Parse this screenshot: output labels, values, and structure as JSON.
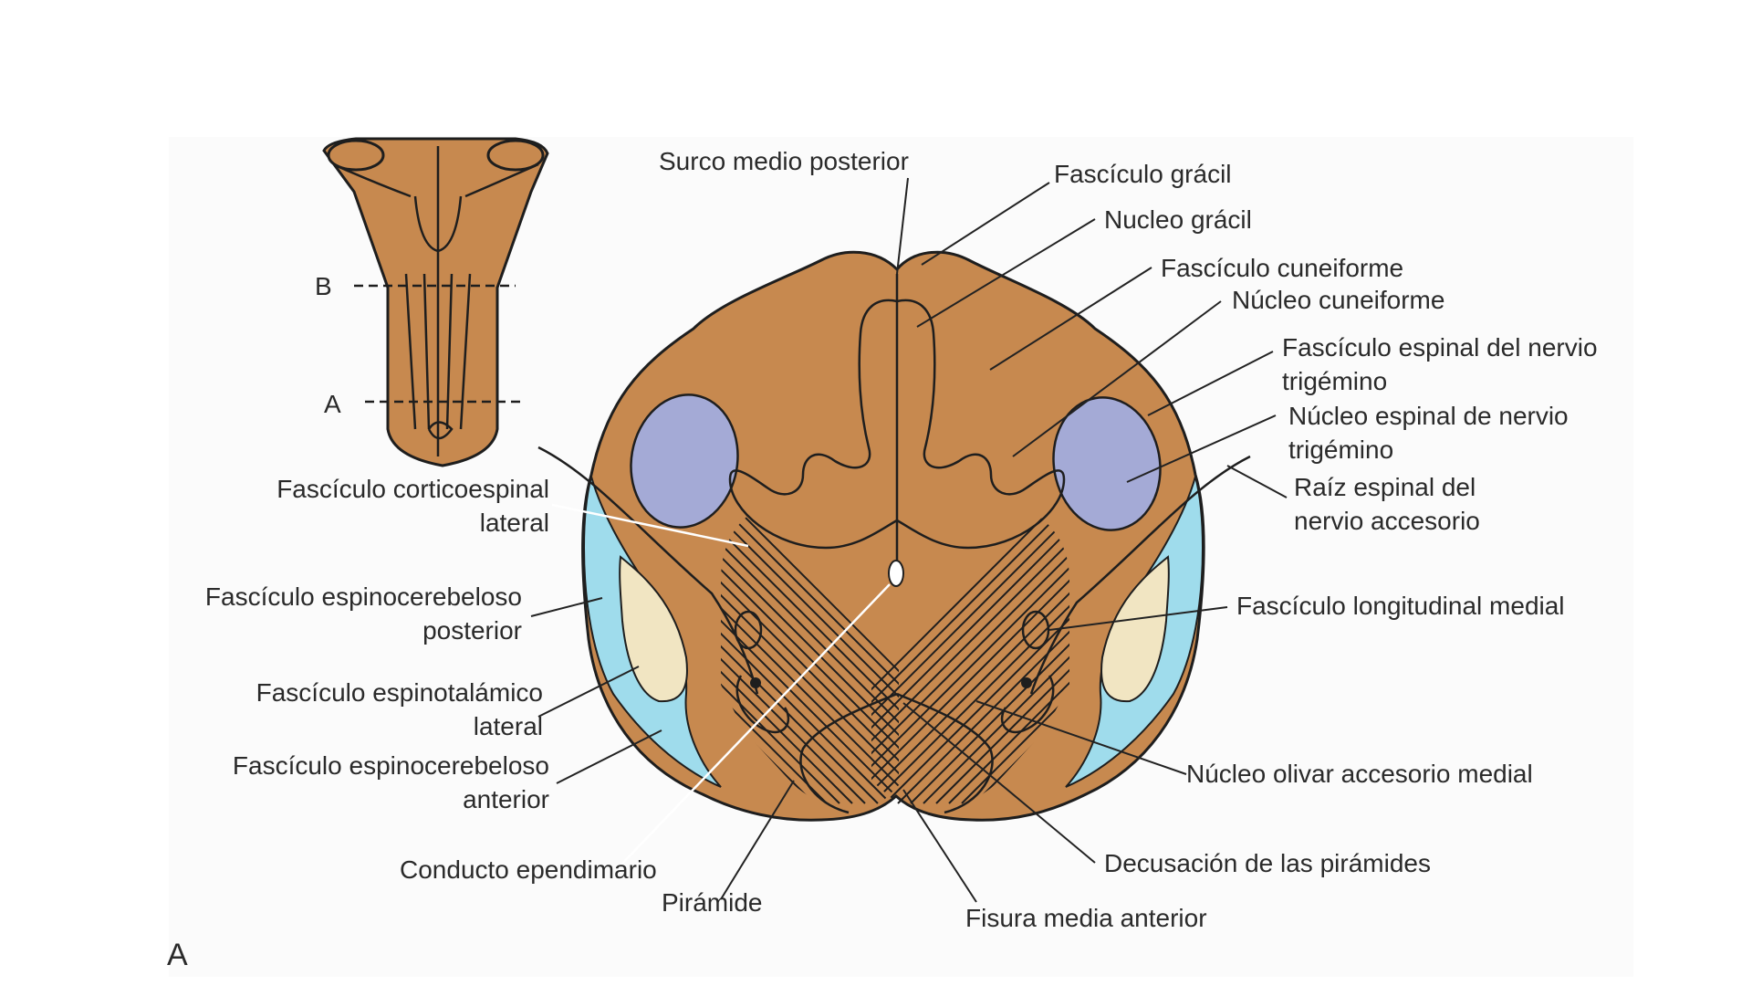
{
  "figure": {
    "panel_letter": "A",
    "inset_markers": {
      "b": "B",
      "a": "A"
    },
    "labels": {
      "surco_medio_posterior": "Surco medio posterior",
      "fasciculo_gracil": "Fascículo grácil",
      "nucleo_gracil": "Nucleo grácil",
      "fasciculo_cuneiforme": "Fascículo cuneiforme",
      "nucleo_cuneiforme": "Núcleo cuneiforme",
      "fasciculo_espinal_trigemino_l1": "Fascículo espinal del nervio",
      "fasciculo_espinal_trigemino_l2": "trigémino",
      "nucleo_espinal_trigemino_l1": "Núcleo espinal de nervio",
      "nucleo_espinal_trigemino_l2": "trigémino",
      "raiz_espinal_accesorio_l1": "Raíz espinal del",
      "raiz_espinal_accesorio_l2": "nervio accesorio",
      "fasciculo_longitudinal_medial": "Fascículo longitudinal medial",
      "nucleo_olivar_accesorio_medial": "Núcleo olivar accesorio medial",
      "decusacion_piramides": "Decusación de las pirámides",
      "fisura_media_anterior": "Fisura media anterior",
      "piramide": "Pirámide",
      "conducto_ependimario": "Conducto ependimario",
      "espinocerebeloso_anterior_l1": "Fascículo espinocerebeloso",
      "espinocerebeloso_anterior_l2": "anterior",
      "espinotalamico_lateral_l1": "Fascículo espinotalámico",
      "espinotalamico_lateral_l2": "lateral",
      "espinocerebeloso_posterior_l1": "Fascículo espinocerebeloso",
      "espinocerebeloso_posterior_l2": "posterior",
      "corticoespinal_lateral_l1": "Fascículo corticoespinal",
      "corticoespinal_lateral_l2": "lateral"
    },
    "colors": {
      "tissue": "#c7894f",
      "trigeminal_nucleus": "#a4aad6",
      "spinocerebellar_tract": "#9fdcec",
      "spinothalamic_tract": "#f1e5c2",
      "background_panel": "#fbfbfb"
    }
  }
}
